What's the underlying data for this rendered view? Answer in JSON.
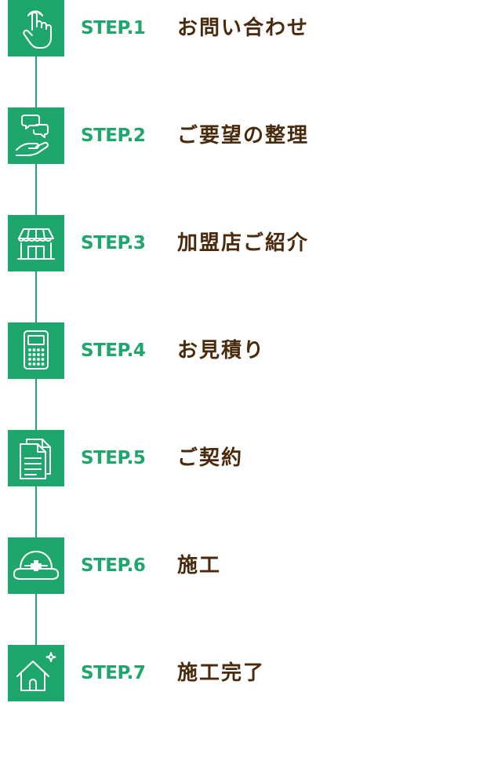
{
  "steps": [
    {
      "number": "STEP.1",
      "title": "お問い合わせ",
      "icon": "tap-hand-icon"
    },
    {
      "number": "STEP.2",
      "title": "ご要望の整理",
      "icon": "chat-hand-icon"
    },
    {
      "number": "STEP.3",
      "title": "加盟店ご紹介",
      "icon": "storefront-icon"
    },
    {
      "number": "STEP.4",
      "title": "お見積り",
      "icon": "calculator-icon"
    },
    {
      "number": "STEP.5",
      "title": "ご契約",
      "icon": "documents-icon"
    },
    {
      "number": "STEP.6",
      "title": "施工",
      "icon": "helmet-icon"
    },
    {
      "number": "STEP.7",
      "title": "施工完了",
      "icon": "house-sparkle-icon"
    }
  ],
  "colors": {
    "accent": "#1fa66d",
    "title_text": "#4a2a0c",
    "background": "#ffffff"
  }
}
